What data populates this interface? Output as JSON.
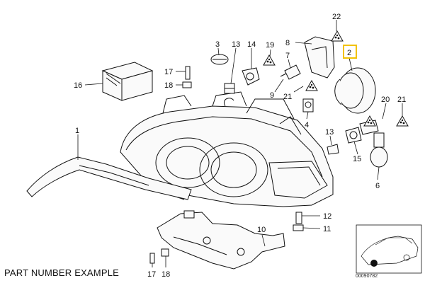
{
  "caption": "PART NUMBER EXAMPLE",
  "reference_number": "00090782",
  "highlight_color": "#f2c200",
  "callouts": {
    "c22": "22",
    "c3": "3",
    "c13a": "13",
    "c14": "14",
    "c19": "19",
    "c8": "8",
    "c7": "7",
    "c2": "2",
    "c16": "16",
    "c17a": "17",
    "c18a": "18",
    "c9": "9",
    "c21a": "21",
    "c20": "20",
    "c21b": "21",
    "c4": "4",
    "c13b": "13",
    "c15": "15",
    "c6": "6",
    "c1": "1",
    "c12": "12",
    "c11": "11",
    "c10": "10",
    "c17b": "17",
    "c18b": "18"
  }
}
